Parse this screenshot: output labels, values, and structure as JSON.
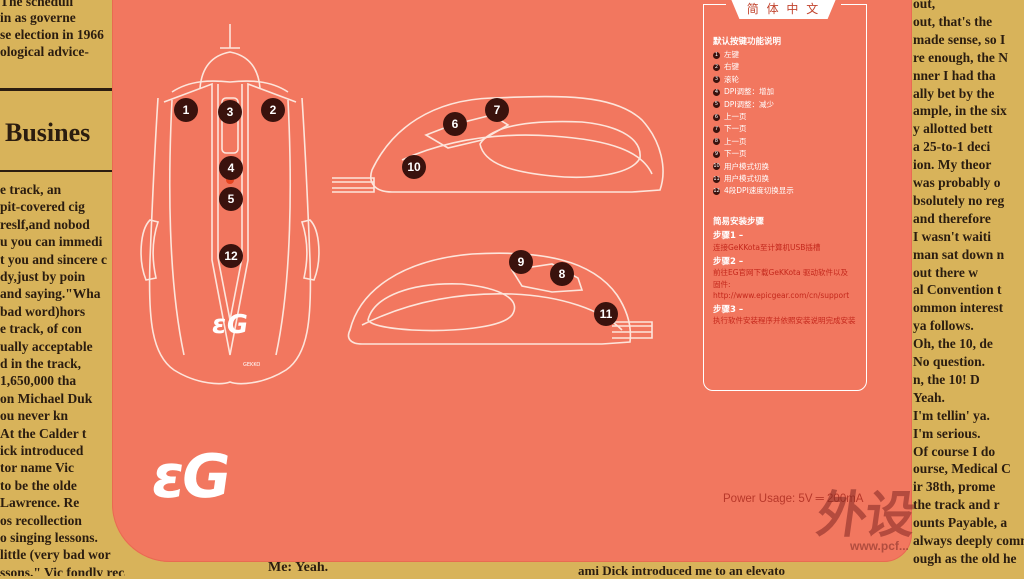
{
  "newspaper_left": [
    "The scheduli",
    "in as governe",
    "se election in 1966",
    "ological advice-",
    "Busines",
    "e track, an",
    "pit-covered cig",
    "reslf,and nobod",
    "u you can immedi",
    "t you and sincere c",
    "dy,just by poin",
    "and saying.\"Wha",
    "bad word)hors",
    "e track, of con",
    "ually acceptable",
    "d in the track,",
    "1,650,000 tha",
    "on Michael Duk",
    "ou never kn",
    "At the Calder t",
    "ick introduced",
    "tor name  Vic",
    "to be the olde",
    "Lawrence. Re",
    "os recollection",
    "o singing lessons.",
    "little (very bad wor",
    "ssons.\" Vic fondly recalls."
  ],
  "newspaper_right": [
    "out,",
    "out, that's the",
    "made sense, so I",
    "re enough, the N",
    "nner I had tha",
    "ally bet by the",
    "ample, in the six",
    "y allotted bett",
    "a 25-to-1 deci",
    "ion.  My theor",
    "was probably o",
    "bsolutely no reg",
    "and therefore",
    "I wasn't waiti",
    "man sat down n",
    "out there w",
    "al Convention t",
    "ommon interest",
    "ya follows.",
    "Oh, the 10, de",
    "No question.",
    "n, the 10! D",
    "Yeah.",
    "I'm tellin' ya.",
    "I'm serious.",
    "Of course I do",
    "ourse, Medical C",
    "ir 38th, prome",
    "the track and r",
    "ounts Payable, a",
    "always deeply comm",
    "ough as the old he"
  ],
  "newspaper_bottom": [
    "Me: Yeah.",
    "ami Dick introduced me to an elevato"
  ],
  "top_view_markers": [
    "1",
    "3",
    "2",
    "4",
    "5",
    "12"
  ],
  "mouse_logo": "ɛG",
  "mouse_brand_small": "GEKKO",
  "side_top_markers": [
    "6",
    "7",
    "10"
  ],
  "side_bottom_markers": [
    "9",
    "8",
    "11"
  ],
  "card_logo": "ɛG",
  "panel": {
    "tab_title": "简 体 中 文",
    "heading1": "默认按键功能说明",
    "items": [
      "左键",
      "右键",
      "滚轮",
      "DPI调整：增加",
      "DPI调整：减少",
      "上一页",
      "下一页",
      "上一页",
      "下一页",
      "用户模式切换",
      "用户模式切换",
      "4段DPI速度切换显示"
    ],
    "heading2": "简易安装步骤",
    "step1_label": "步骤1 –",
    "step1_text": "连接GeKKota至计算机USB插槽",
    "step2_label": "步骤2 –",
    "step2_text1": "前往EG官网下载GeKKota 驱动软件以及",
    "step2_text2": "固件:",
    "step2_url": "http://www.epicgear.com/cn/support",
    "step3_label": "步骤3 –",
    "step3_text": "执行软件安装程序并依照安装说明完成安装"
  },
  "power_usage": "Power Usage: 5V ═ 200mA",
  "watermark": {
    "big": "外设",
    "url": "www.pcf..."
  },
  "colors": {
    "card": "#f2775f",
    "marker": "#3a120d",
    "paper": "#d8b35a"
  }
}
